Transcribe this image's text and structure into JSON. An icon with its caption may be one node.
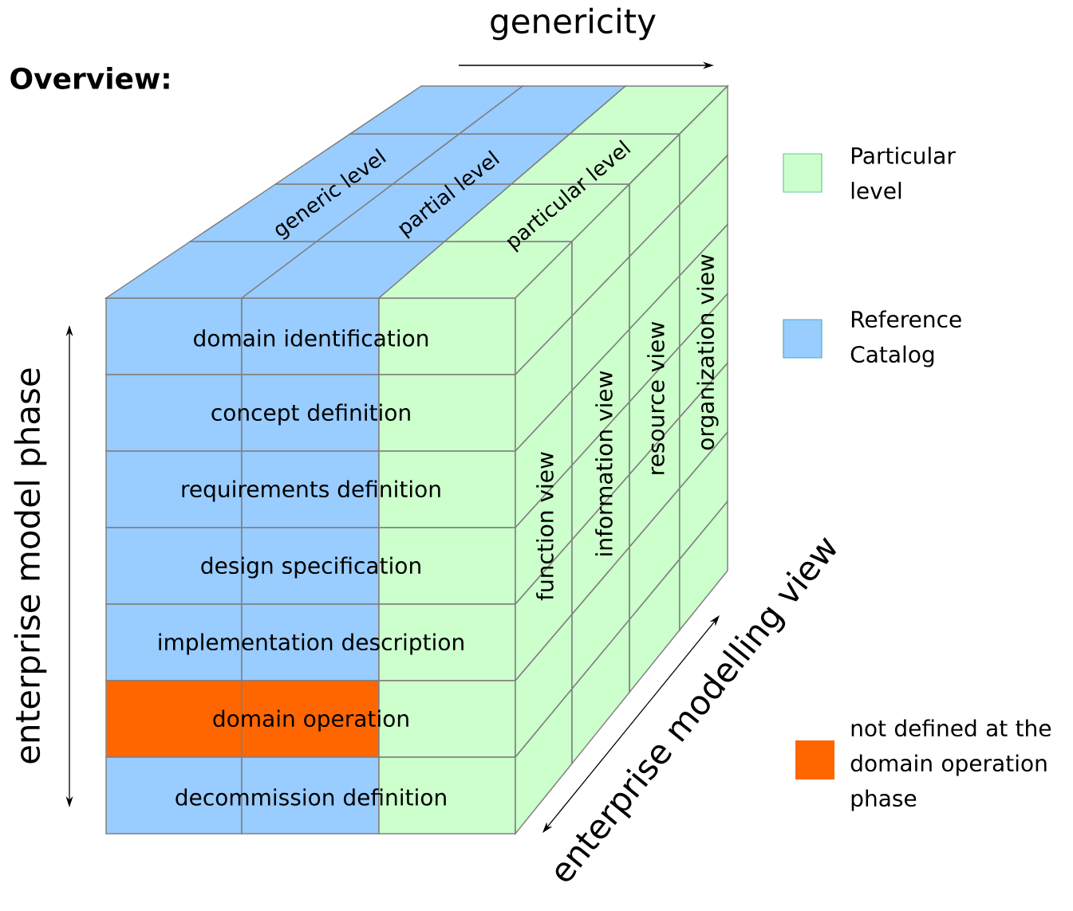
{
  "diagram": {
    "title": "Overview:",
    "labels": [
      "genericity",
      "generic level",
      "partial level",
      "particular level",
      "domain identification",
      "concept definition",
      "requirements definition",
      "design specification",
      "implementation description",
      "domain operation",
      "decommission definition",
      "function view",
      "information view",
      "resource view",
      "organization view",
      "enterprise model phase",
      "enterprise modelling view"
    ],
    "legend": [
      {
        "text": "Particular level",
        "color": "#ccffcc"
      },
      {
        "text": "Reference Catalog",
        "color": "#99ccff"
      },
      {
        "text": "not defined at the domain operation phase",
        "color": "#ff6600"
      }
    ]
  }
}
